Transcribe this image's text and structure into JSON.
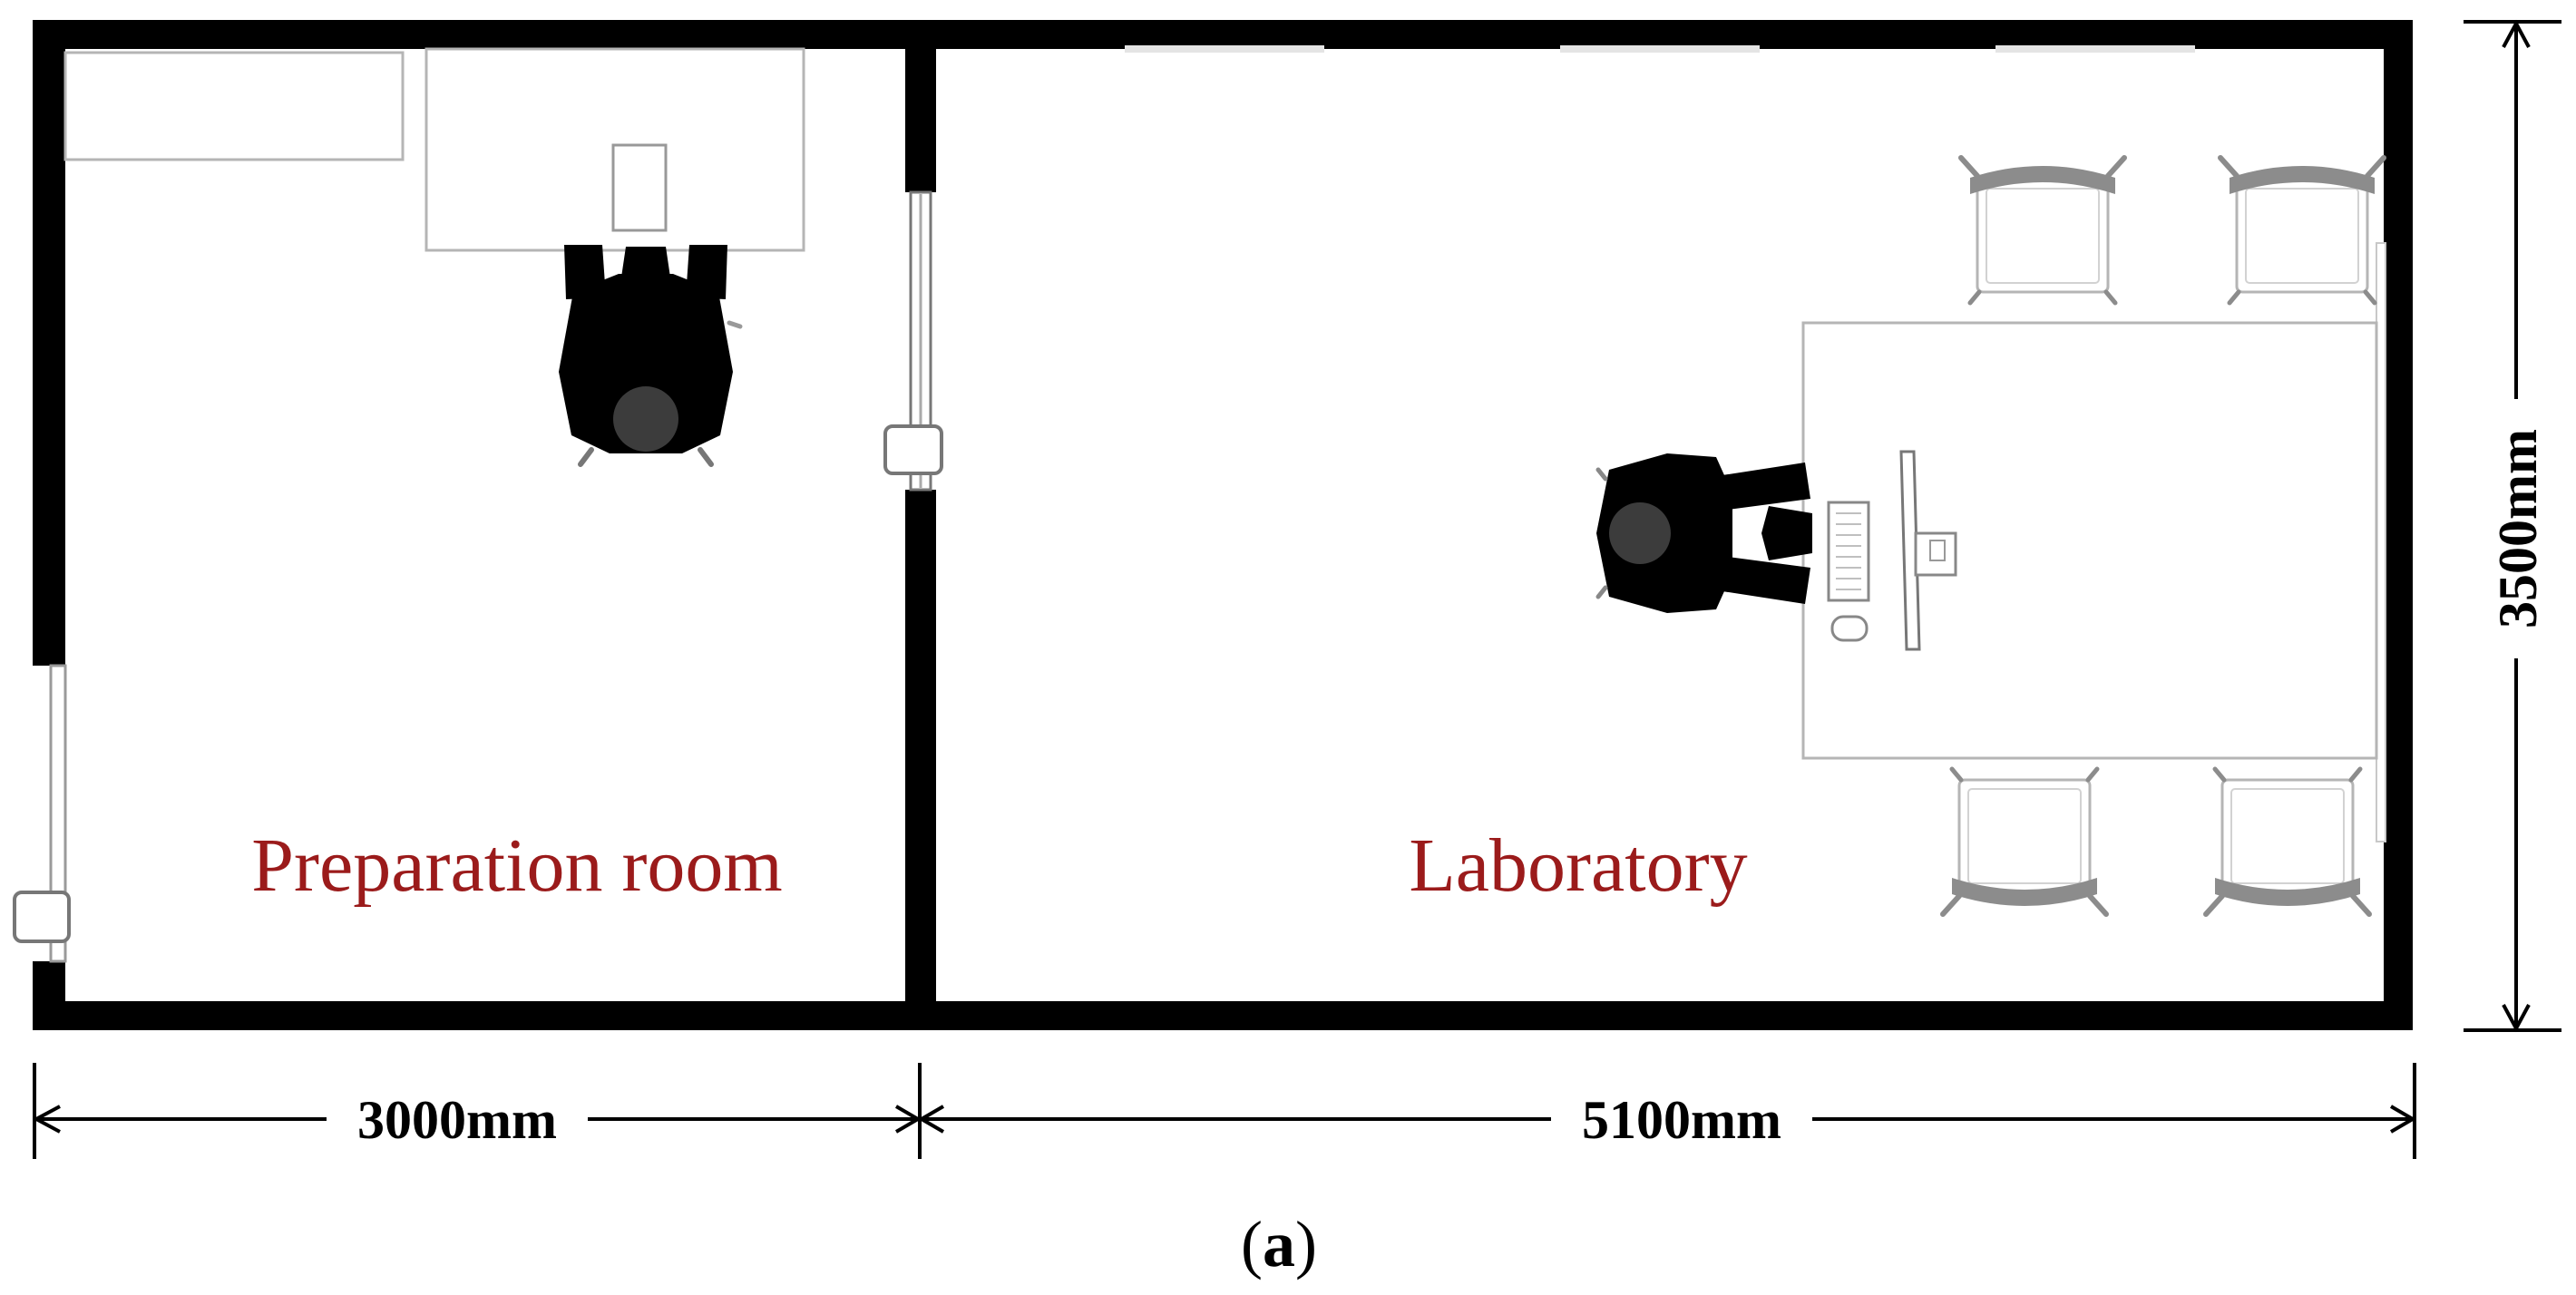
{
  "rooms": {
    "preparation": "Preparation room",
    "laboratory": "Laboratory"
  },
  "dimensions": {
    "preparation_width": "3000mm",
    "laboratory_width": "5100mm",
    "height": "3500mm"
  },
  "caption": {
    "open": "(",
    "letter": "a",
    "close": ")"
  },
  "colors": {
    "wall": "#000000",
    "room_label": "#9b1b1b",
    "furniture_outline": "#b5b5b5",
    "chair_back": "#8c8c8c",
    "person": "#000000",
    "person_head": "#3c3c3c"
  }
}
